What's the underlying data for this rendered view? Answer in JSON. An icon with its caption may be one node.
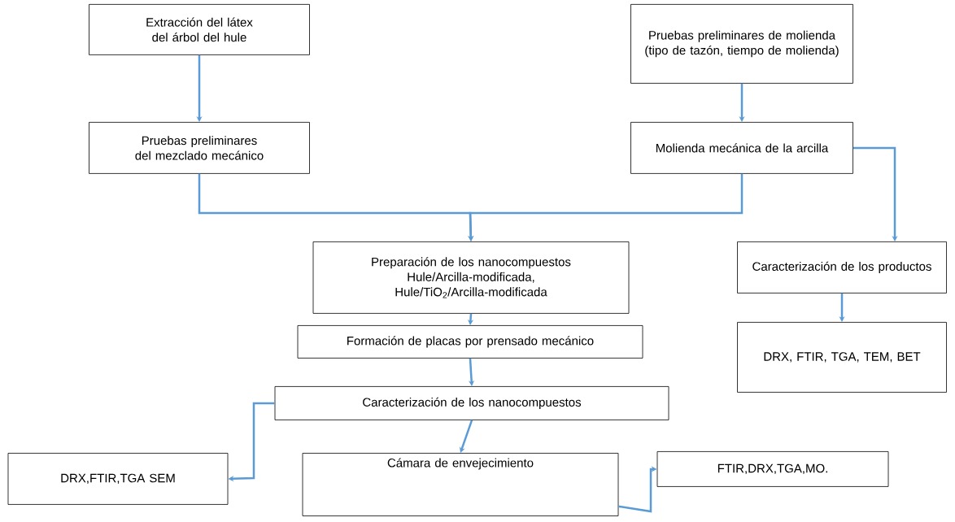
{
  "diagram": {
    "nodes": [
      {
        "text": [
          "Extracción del látex del árbol del hule"
        ]
      },
      {
        "text": [
          "Pruebas preliminares de molienda (tipo de tazón, tiempo de molienda)"
        ]
      },
      {
        "text": [
          "Pruebas preliminares del mezclado mecánico"
        ]
      },
      {
        "text": [
          "Molienda mecánica de la arcilla"
        ]
      },
      {
        "text": [
          "Preparación de los nanocompuestos Hule/Arcilla-modificada, Hule/TiO$_{2}$/Arcilla-modificada"
        ]
      },
      {
        "text": [
          "Caracterización de los productos"
        ]
      },
      {
        "text": [
          "DRX, FTIR, TGA, TEM, BET"
        ]
      },
      {
        "text": [
          "Formación de placas por prensado mecánico"
        ]
      },
      {
        "text": [
          "Caracterización de los nanocompuestos"
        ]
      },
      {
        "text": [
          "DRX,FTIR,TGA SEM"
        ]
      },
      {
        "text": [
          "Cámara de envejecimiento"
        ]
      },
      {
        "text": [
          "FTIR,DRX,TGA,MO."
        ]
      }
    ],
    "edges": [
      {
        "from": 0,
        "to": 2,
        "arrow": "to"
      },
      {
        "from": 1,
        "to": 3,
        "arrow": "to"
      },
      {
        "from": 2,
        "to": 4,
        "arrow": "to"
      },
      {
        "from": 3,
        "to": 4,
        "arrow": "to"
      },
      {
        "from": 3,
        "to": 5,
        "arrow": "to"
      },
      {
        "from": 5,
        "to": 6,
        "arrow": "to"
      },
      {
        "from": 4,
        "to": 7,
        "arrow": "to"
      },
      {
        "from": 7,
        "to": 8,
        "arrow": "to"
      },
      {
        "from": 8,
        "to": 9,
        "arrow": "to"
      },
      {
        "from": 8,
        "to": 10,
        "arrow": "to"
      },
      {
        "from": 10,
        "to": 11,
        "arrow": "to"
      }
    ]
  }
}
